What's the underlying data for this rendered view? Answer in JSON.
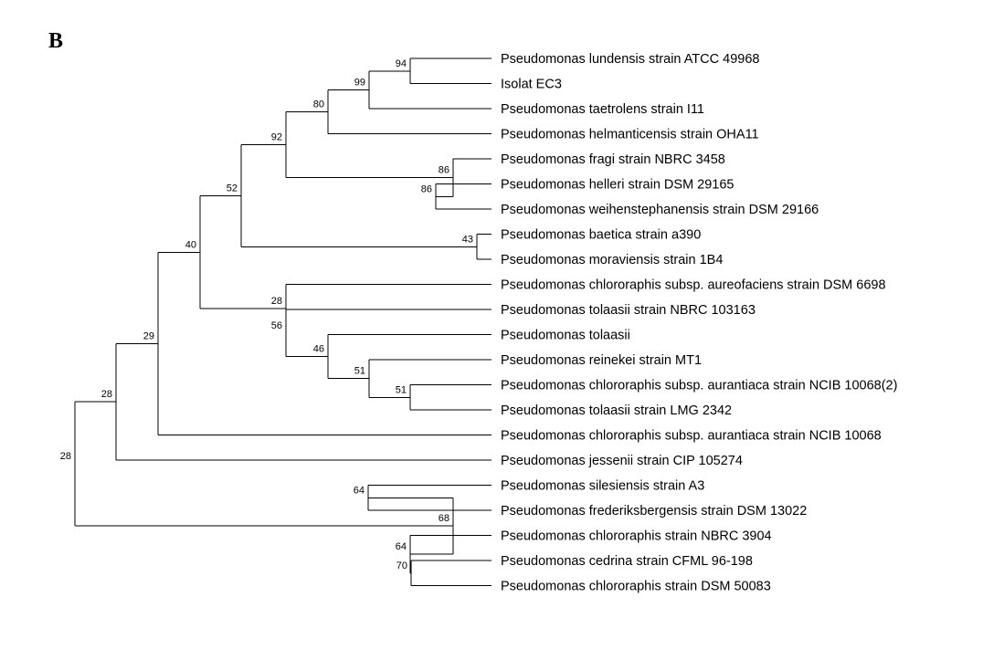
{
  "figure": {
    "panel_label": "B",
    "line_color": "#000000",
    "tree": {
      "bs": "28",
      "children": [
        {
          "bs": "28",
          "children": [
            {
              "bs": "29",
              "children": [
                {
                  "bs": "40",
                  "children": [
                    {
                      "bs": "52",
                      "children": [
                        {
                          "bs": "92",
                          "children": [
                            {
                              "bs": "80",
                              "children": [
                                {
                                  "bs": "99",
                                  "children": [
                                    {
                                      "bs": "94",
                                      "children": [
                                        {
                                          "name": "Pseudomonas lundensis strain ATCC 49968"
                                        },
                                        {
                                          "name": "Isolat EC3"
                                        }
                                      ]
                                    },
                                    {
                                      "name": "Pseudomonas taetrolens strain I11"
                                    }
                                  ]
                                },
                                {
                                  "name": "Pseudomonas helmanticensis strain OHA11"
                                }
                              ]
                            },
                            {
                              "bs": "86",
                              "children": [
                                {
                                  "name": "Pseudomonas fragi strain NBRC 3458"
                                },
                                {
                                  "bs": "86",
                                  "children": [
                                    {
                                      "name": "Pseudomonas helleri strain DSM 29165"
                                    },
                                    {
                                      "name": "Pseudomonas weihenstephanensis strain DSM 29166"
                                    }
                                  ]
                                }
                              ]
                            }
                          ]
                        },
                        {
                          "bs": "43",
                          "children": [
                            {
                              "name": "Pseudomonas baetica strain a390"
                            },
                            {
                              "name": "Pseudomonas moraviensis strain 1B4"
                            }
                          ]
                        }
                      ]
                    },
                    {
                      "bs": "28",
                      "children": [
                        {
                          "name": "Pseudomonas chlororaphis subsp. aureofaciens strain DSM 6698"
                        },
                        {
                          "bs": "56",
                          "children": [
                            {
                              "name": "Pseudomonas tolaasii strain NBRC 103163"
                            },
                            {
                              "bs": "46",
                              "children": [
                                {
                                  "name": "Pseudomonas tolaasii"
                                },
                                {
                                  "bs": "51",
                                  "children": [
                                    {
                                      "name": "Pseudomonas reinekei strain MT1"
                                    },
                                    {
                                      "bs": "51",
                                      "children": [
                                        {
                                          "name": "Pseudomonas chlororaphis subsp. aurantiaca strain NCIB 10068(2)"
                                        },
                                        {
                                          "name": "Pseudomonas tolaasii strain LMG 2342"
                                        }
                                      ]
                                    }
                                  ]
                                }
                              ]
                            }
                          ]
                        }
                      ]
                    }
                  ]
                },
                {
                  "name": "Pseudomonas chlororaphis subsp. aurantiaca strain NCIB 10068"
                }
              ]
            },
            {
              "name": "Pseudomonas jessenii strain CIP 105274"
            }
          ]
        },
        {
          "bs": "68",
          "children": [
            {
              "bs": "64",
              "children": [
                {
                  "name": "Pseudomonas silesiensis strain A3"
                },
                {
                  "name": "Pseudomonas frederiksbergensis strain DSM 13022"
                }
              ]
            },
            {
              "bs": "64",
              "children": [
                {
                  "name": "Pseudomonas chlororaphis strain NBRC 3904"
                },
                {
                  "bs": "70",
                  "children": [
                    {
                      "name": "Pseudomonas cedrina strain CFML 96-198"
                    },
                    {
                      "name": "Pseudomonas chlororaphis strain DSM 50083"
                    }
                  ]
                }
              ]
            }
          ]
        }
      ]
    }
  }
}
